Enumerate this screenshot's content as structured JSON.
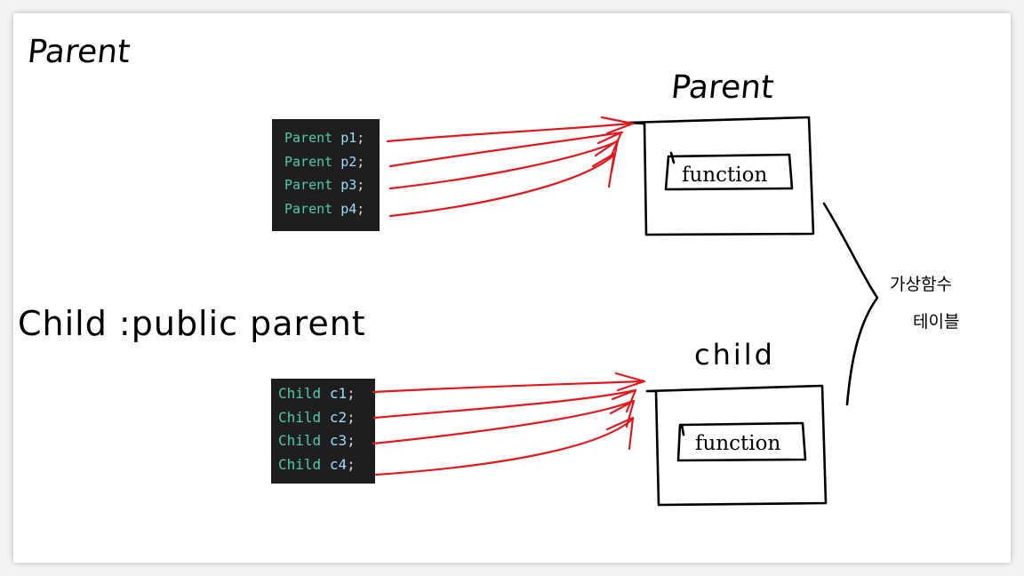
{
  "colors": {
    "background": "#ffffff",
    "arrow": "#e0191f",
    "code_bg": "#1e1e1e",
    "code_type": "#4ec9b0",
    "code_var": "#9cdcfe"
  },
  "labels": {
    "parent_heading": "Parent",
    "child_heading": "Child :public parent",
    "parent_box_title": "Parent",
    "child_box_title": "child",
    "parent_function": "function",
    "child_function": "function",
    "vtable_line1": "가상함수",
    "vtable_line2": "테이블"
  },
  "parent_code": [
    {
      "type": "Parent",
      "var": "p1",
      "punc": ";"
    },
    {
      "type": "Parent",
      "var": "p2",
      "punc": ";"
    },
    {
      "type": "Parent",
      "var": "p3",
      "punc": ";"
    },
    {
      "type": "Parent",
      "var": "p4",
      "punc": ";"
    }
  ],
  "child_code": [
    {
      "type": "Child",
      "var": "c1",
      "punc": ";"
    },
    {
      "type": "Child",
      "var": "c2",
      "punc": ";"
    },
    {
      "type": "Child",
      "var": "c3",
      "punc": ";"
    },
    {
      "type": "Child",
      "var": "c4",
      "punc": ";"
    }
  ]
}
